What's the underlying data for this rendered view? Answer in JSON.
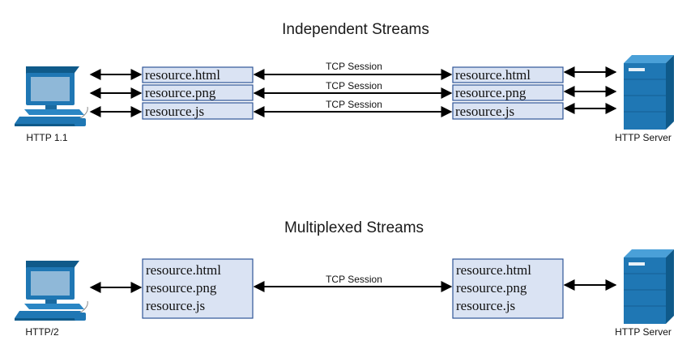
{
  "independent": {
    "title": "Independent Streams",
    "client_label": "HTTP 1.1",
    "server_label": "HTTP Server",
    "client_resources": [
      "resource.html",
      "resource.png",
      "resource.js"
    ],
    "server_resources": [
      "resource.html",
      "resource.png",
      "resource.js"
    ],
    "session_labels": [
      "TCP Session",
      "TCP Session",
      "TCP Session"
    ]
  },
  "multiplexed": {
    "title": "Multiplexed Streams",
    "client_label": "HTTP/2",
    "server_label": "HTTP Server",
    "client_resources": [
      "resource.html",
      "resource.png",
      "resource.js"
    ],
    "server_resources": [
      "resource.html",
      "resource.png",
      "resource.js"
    ],
    "session_label": "TCP Session"
  },
  "colors": {
    "box_fill": "#dae3f3",
    "box_stroke": "#2f5597",
    "icon_blue": "#1f77b4"
  },
  "icons": {
    "client": "desktop-computer-icon",
    "server": "server-tower-icon"
  }
}
